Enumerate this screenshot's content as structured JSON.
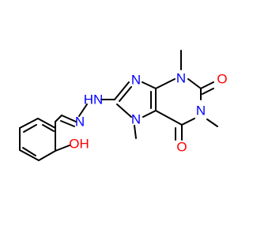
{
  "colors": {
    "carbon": "#000000",
    "nitrogen": "#0000ff",
    "oxygen": "#ff0000",
    "background": "#ffffff"
  },
  "atoms": {
    "n_azine": "N",
    "nh_hydrazone": "HN",
    "n9": "N",
    "n7": "N",
    "n3": "N",
    "n1": "N",
    "o_c2": "O",
    "o_c6": "O",
    "oh": "OH"
  }
}
